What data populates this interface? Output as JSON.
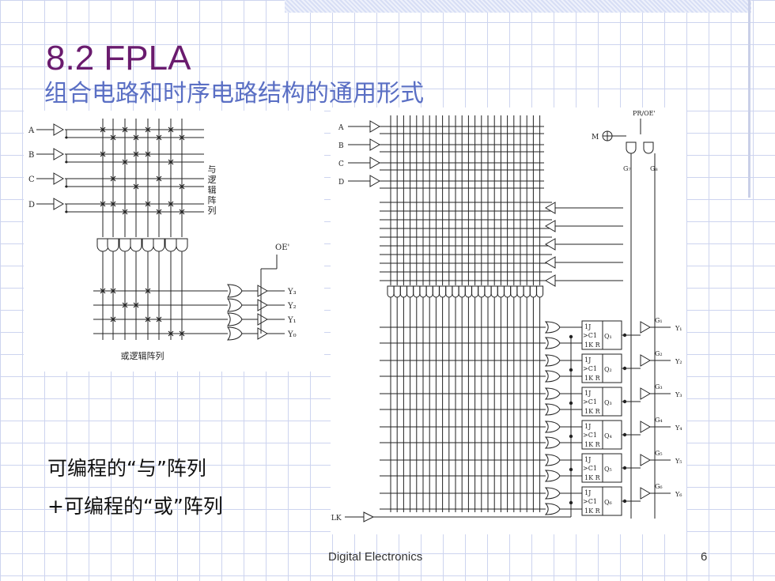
{
  "slide": {
    "title": "8.2  FPLA",
    "subtitle": "组合电路和时序电路结构的通用形式",
    "caption_line1": "可编程的“与”阵列",
    "caption_line2": "+可编程的“或”阵列",
    "footer_title": "Digital Electronics",
    "page_number": "6"
  },
  "left_diagram": {
    "inputs": [
      "A",
      "B",
      "C",
      "D"
    ],
    "and_array_label": "与逻辑阵列",
    "or_array_label": "或逻辑阵列",
    "oe_label": "OE'",
    "outputs": [
      "Y₃",
      "Y₂",
      "Y₁",
      "Y₀"
    ]
  },
  "right_diagram": {
    "inputs": [
      "A",
      "B",
      "C",
      "D"
    ],
    "pr_oe_label": "PR/OE'",
    "m_label": "M",
    "gate_labels": [
      "G₇",
      "G₈"
    ],
    "clk_label": "CLK",
    "flipflop_labels": [
      "1J",
      "C1",
      "1K R"
    ],
    "q_labels": [
      "Q₁",
      "Q₂",
      "Q₃",
      "Q₄",
      "Q₅",
      "Q₆"
    ],
    "g_labels": [
      "G₁",
      "G₂",
      "G₃",
      "G₄",
      "G₅",
      "G₆"
    ],
    "outputs": [
      "Y₁",
      "Y₂",
      "Y₃",
      "Y₄",
      "Y₅",
      "Y₆"
    ]
  },
  "colors": {
    "title": "#6a1b6e",
    "subtitle": "#5a6fc4",
    "grid": "#c8d0ee"
  }
}
